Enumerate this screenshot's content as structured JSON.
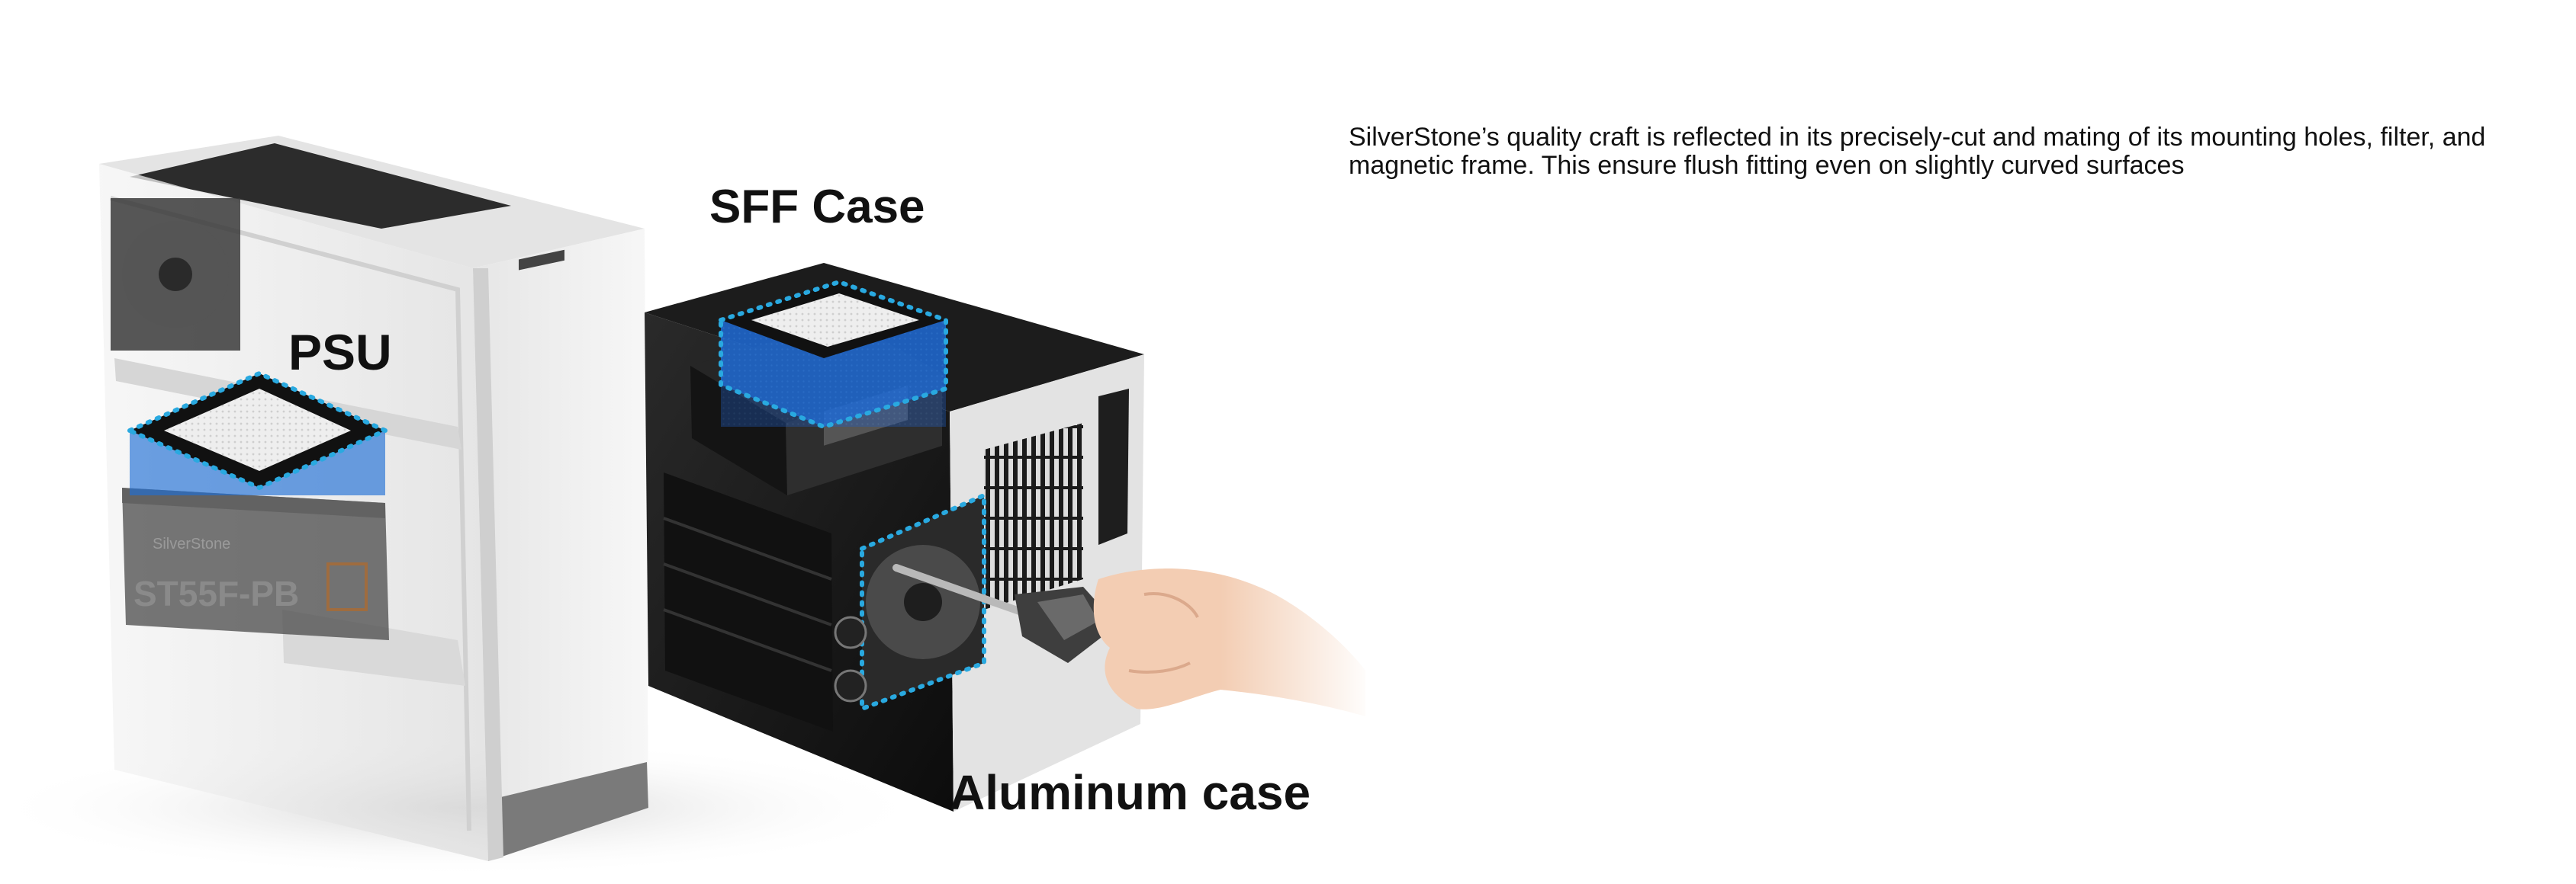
{
  "illustration": {
    "labels": {
      "psu": "PSU",
      "sff_case": "SFF Case",
      "aluminum_case": "Aluminum case"
    },
    "psu_model": "ST55F-PB",
    "brand_badge": "SilverStone",
    "colors": {
      "filter_highlight": "#1f6fd6",
      "filter_outline_dots": "#29a9e0",
      "white_case": "#ececec",
      "black_case": "#1a1a1a",
      "filter_mesh": "#e8e8e8"
    }
  },
  "description": {
    "text": "SilverStone’s quality craft is reflected in its precisely-cut and mating of its mounting holes, filter, and magnetic frame. This ensure flush fitting even on slightly curved surfaces"
  }
}
